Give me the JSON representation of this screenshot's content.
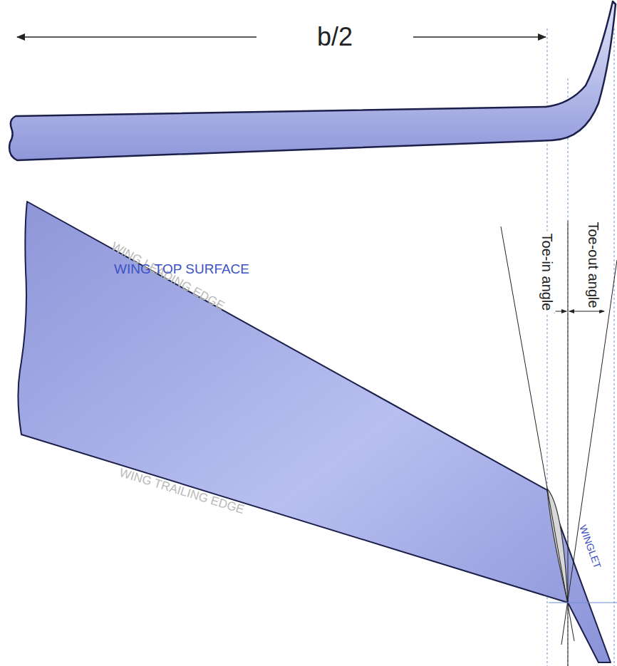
{
  "diagram": {
    "labels": [
      "b/2",
      "WING LEADING EDGE",
      "WING TOP SURFACE",
      "WING TRAILING EDGE",
      "Toe-in angle",
      "Toe-out angle",
      "WINGLET"
    ]
  }
}
